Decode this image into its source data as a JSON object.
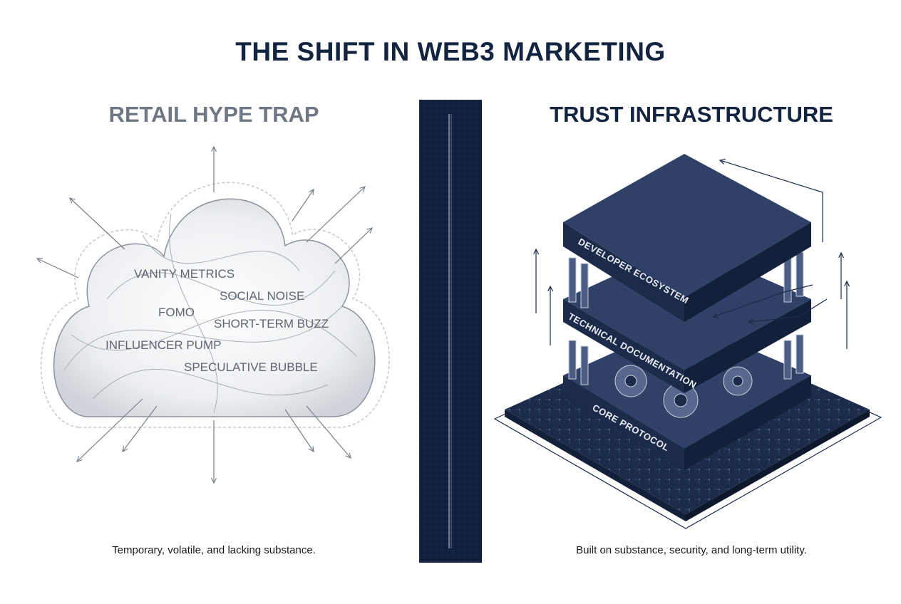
{
  "title": "THE SHIFT IN WEB3 MARKETING",
  "left": {
    "heading": "RETAIL HYPE TRAP",
    "terms": [
      "VANITY METRICS",
      "SOCIAL NOISE",
      "FOMO",
      "SHORT-TERM BUZZ",
      "INFLUENCER PUMP",
      "SPECULATIVE BUBBLE"
    ],
    "caption": "Temporary, volatile, and lacking substance."
  },
  "right": {
    "heading": "TRUST INFRASTRUCTURE",
    "layers": [
      "DEVELOPER ECOSYSTEM",
      "TECHNICAL DOCUMENTATION",
      "CORE PROTOCOL"
    ],
    "caption": "Built on substance, security, and long-term utility."
  },
  "colors": {
    "navy": "#1c2b4a",
    "dark_navy": "#12243f",
    "gray": "#6f7784"
  }
}
